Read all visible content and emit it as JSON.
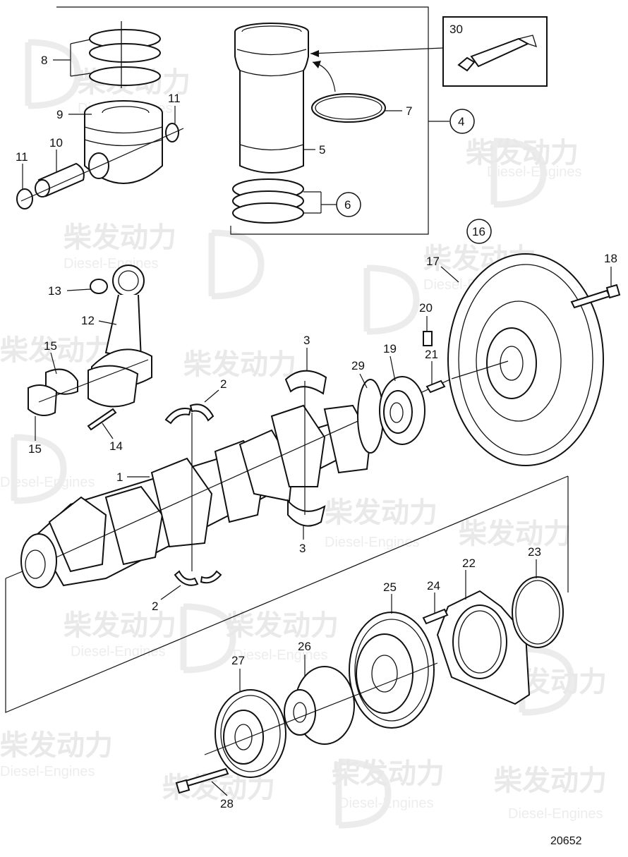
{
  "watermark": {
    "brand_cn": "柴发动力",
    "brand_en": "Diesel-Engines"
  },
  "callouts": {
    "c1": "1",
    "c2a": "2",
    "c2b": "2",
    "c3a": "3",
    "c3b": "3",
    "c4": "4",
    "c5": "5",
    "c6": "6",
    "c7": "7",
    "c8": "8",
    "c9": "9",
    "c10": "10",
    "c11a": "11",
    "c11b": "11",
    "c12": "12",
    "c13": "13",
    "c14": "14",
    "c15a": "15",
    "c15b": "15",
    "c16": "16",
    "c17": "17",
    "c18": "18",
    "c19": "19",
    "c20": "20",
    "c21": "21",
    "c22": "22",
    "c23": "23",
    "c24": "24",
    "c25": "25",
    "c26": "26",
    "c27": "27",
    "c28": "28",
    "c29": "29",
    "c30": "30"
  },
  "figure_number": "20652"
}
